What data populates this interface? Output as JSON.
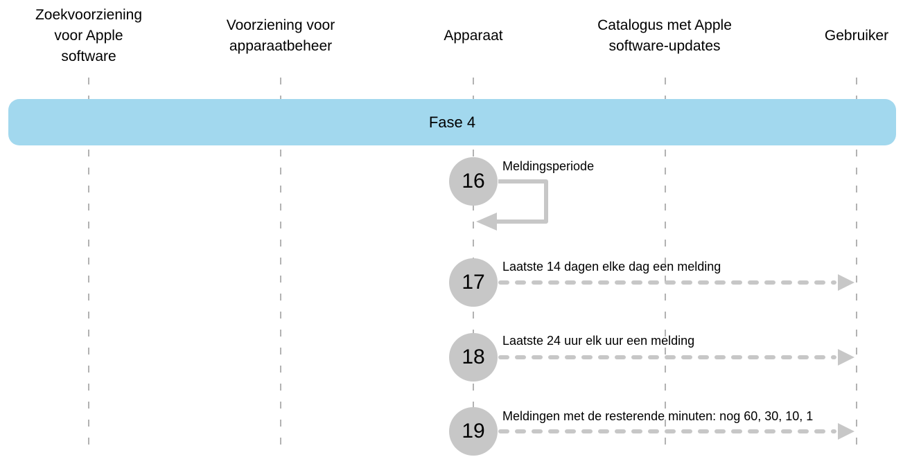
{
  "colors": {
    "banner_bg": "#a2d8ee",
    "circle_fill": "#c7c7c7",
    "arrow": "#c7c7c7",
    "lifeline": "#b2b2b2",
    "text": "#000000"
  },
  "lanes": [
    {
      "label": "Zoekvoorziening voor Apple software"
    },
    {
      "label": "Voorziening voor apparaatbeheer"
    },
    {
      "label": "Apparaat"
    },
    {
      "label": "Catalogus met Apple software-updates"
    },
    {
      "label": "Gebruiker"
    }
  ],
  "phase": {
    "label": "Fase 4"
  },
  "steps": [
    {
      "number": "16",
      "label": "Meldingsperiode",
      "from": "Apparaat",
      "to": "Apparaat",
      "arrow_style": "solid-self-loop"
    },
    {
      "number": "17",
      "label": "Laatste 14 dagen elke dag een melding",
      "from": "Apparaat",
      "to": "Gebruiker",
      "arrow_style": "dashed"
    },
    {
      "number": "18",
      "label": "Laatste 24 uur elk uur een melding",
      "from": "Apparaat",
      "to": "Gebruiker",
      "arrow_style": "dashed"
    },
    {
      "number": "19",
      "label": "Meldingen met de resterende minuten: nog 60, 30, 10, 1",
      "from": "Apparaat",
      "to": "Gebruiker",
      "arrow_style": "dashed"
    }
  ]
}
